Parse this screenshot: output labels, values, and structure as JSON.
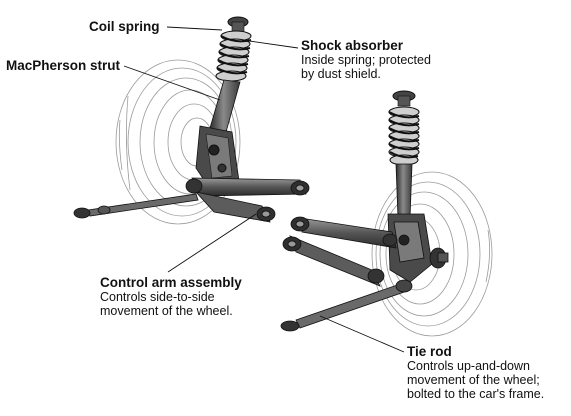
{
  "labels": {
    "coil_spring": {
      "title": "Coil spring"
    },
    "macpherson_strut": {
      "title": "MacPherson strut"
    },
    "shock_absorber": {
      "title": "Shock absorber",
      "line1": "Inside spring; protected",
      "line2": "by dust shield."
    },
    "control_arm": {
      "title": "Control arm assembly",
      "line1": "Controls side-to-side",
      "line2": "movement of the wheel."
    },
    "tie_rod": {
      "title": "Tie rod",
      "line1": "Controls up-and-down",
      "line2": "movement of the wheel;",
      "line3": "bolted to the car's frame."
    }
  },
  "colors": {
    "ink": "#111111",
    "metal_dark": "#3c3c3c",
    "metal_mid": "#6e6e6e",
    "metal_light": "#a8a8a8",
    "wheel_line": "#9a9a9a"
  }
}
